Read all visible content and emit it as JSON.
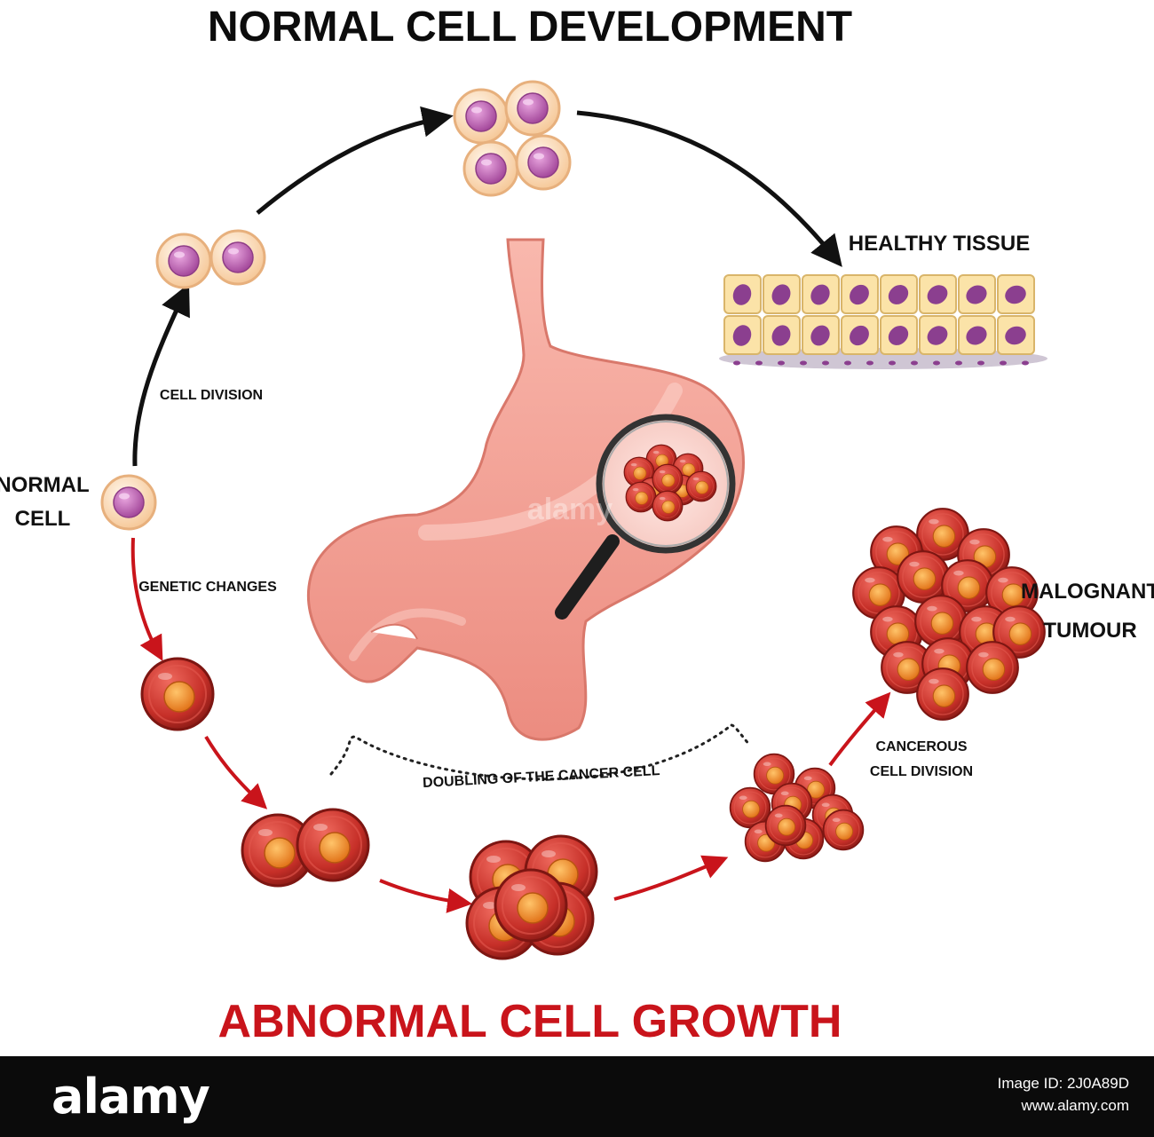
{
  "title": "NORMAL CELL DEVELOPMENT",
  "bottom_title": "ABNORMAL CELL GROWTH",
  "labels": {
    "normal_cell": [
      "NORMAL",
      "CELL"
    ],
    "cell_division": "CELL DIVISION",
    "healthy_tissue": "HEALTHY TISSUE",
    "genetic_changes": "GENETIC CHANGES",
    "doubling": "DOUBLING OF THE CANCER CELL",
    "cancerous_division": [
      "CANCEROUS",
      "CELL DIVISION"
    ],
    "malignant_tumour": [
      "MALOGNANT",
      "TUMOUR"
    ]
  },
  "watermark": {
    "center_text": "alamy",
    "logo": "alamy",
    "image_id_line": "Image ID: 2J0A89D",
    "url": "www.alamy.com"
  },
  "colors": {
    "arrow_black": "#111111",
    "arrow_red": "#c9141b",
    "title_red": "#c9141b",
    "normal_cell_body": "#fde3c8",
    "normal_cell_nucleus": "#c46bb8",
    "cancer_cell_body": "#c8332d",
    "cancer_cell_nucleus": "#f2922a",
    "stomach": "#f4a79a"
  }
}
